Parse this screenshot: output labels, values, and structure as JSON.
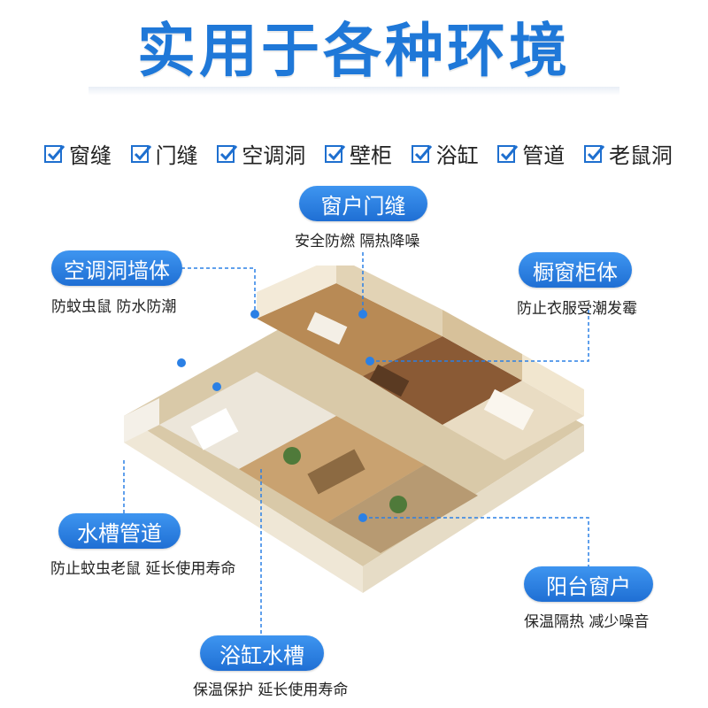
{
  "title": "实用于各种环境",
  "checks": [
    "窗缝",
    "门缝",
    "空调洞",
    "壁柜",
    "浴缸",
    "管道",
    "老鼠洞"
  ],
  "labels": {
    "window_door": {
      "name": "窗户门缝",
      "desc": "安全防燃 隔热降噪"
    },
    "ac_wall": {
      "name": "空调洞墙体",
      "desc": "防蚊虫鼠 防水防潮"
    },
    "cabinet": {
      "name": "橱窗柜体",
      "desc": "防止衣服受潮发霉"
    },
    "sink_pipe": {
      "name": "水槽管道",
      "desc": "防止蚊虫老鼠 延长使用寿命"
    },
    "balcony": {
      "name": "阳台窗户",
      "desc": "保温隔热 减少噪音"
    },
    "bathtub": {
      "name": "浴缸水槽",
      "desc": "保温保护 延长使用寿命"
    }
  },
  "colors": {
    "accent": "#1f78d8",
    "pill": "#2b80e5",
    "check": "#1e6fcf"
  },
  "icons": {
    "check": "check-icon",
    "house": "house-illustration"
  }
}
